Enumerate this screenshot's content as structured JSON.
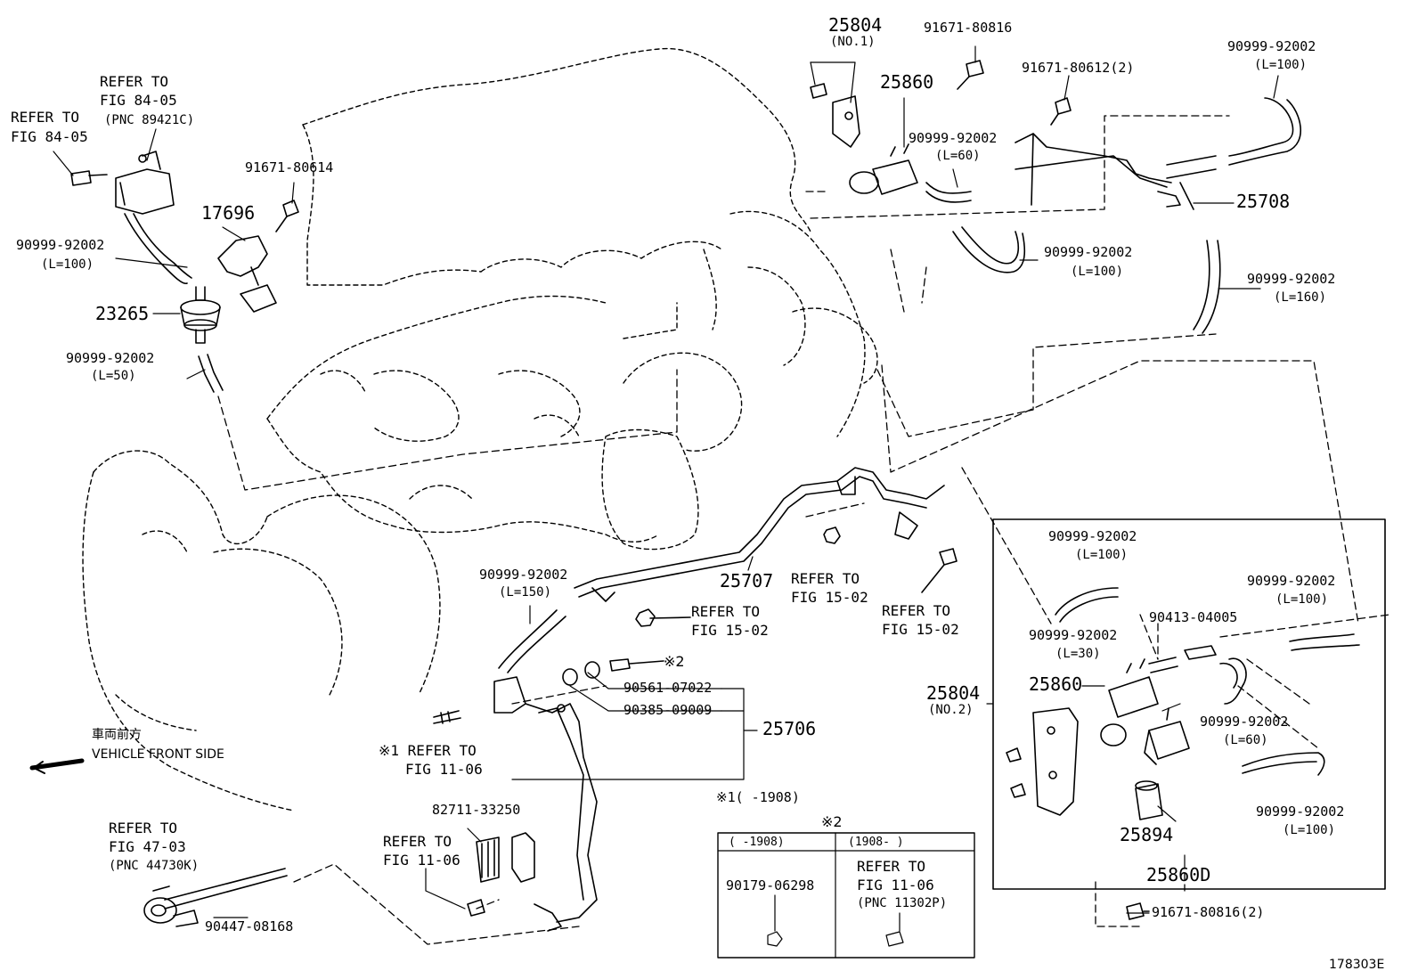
{
  "figure_id": "178303E",
  "direction": {
    "jp": "車両前方",
    "en": "VEHICLE FRONT SIDE"
  },
  "labels": {
    "p25804_top": "25804",
    "p25804_top_sub": "(NO.1)",
    "p91671_80816_top": "91671-80816",
    "p25860_top": "25860",
    "p91671_80612": "91671-80612(2)",
    "hose_tr": "90999-92002",
    "hose_tr_len": "(L=100)",
    "hose_60": "90999-92002",
    "hose_60_len": "(L=60)",
    "p25708": "25708",
    "hose_100b": "90999-92002",
    "hose_100b_len": "(L=100)",
    "hose_160": "90999-92002",
    "hose_160_len": "(L=160)",
    "refer_tl_a1": "REFER TO",
    "refer_tl_a2": "FIG 84-05",
    "refer_tl_a3": "(PNC 89421C)",
    "refer_tl_b1": "REFER TO",
    "refer_tl_b2": "FIG 84-05",
    "p91671_80614": "91671-80614",
    "p17696": "17696",
    "hose_l100_left": "90999-92002",
    "hose_l100_left_len": "(L=100)",
    "p23265": "23265",
    "hose_l50": "90999-92002",
    "hose_l50_len": "(L=50)",
    "p25707": "25707",
    "refer_15_a1": "REFER TO",
    "refer_15_a2": "FIG 15-02",
    "refer_15_b1": "REFER TO",
    "refer_15_b2": "FIG 15-02",
    "refer_15_c1": "REFER TO",
    "refer_15_c2": "FIG 15-02",
    "hose_l150": "90999-92002",
    "hose_l150_len": "(L=150)",
    "mark2": "※2",
    "p90561": "90561-07022",
    "p90385": "90385-09009",
    "p25706": "25706",
    "mark1_refer1": "※1 REFER TO",
    "mark1_refer2": "FIG 11-06",
    "mark1_note": "※1(     -1908)",
    "p82711": "82711-33250",
    "refer_11_1": "REFER TO",
    "refer_11_2": "FIG 11-06",
    "refer_47_1": "REFER TO",
    "refer_47_2": "FIG 47-03",
    "refer_47_3": "(PNC 44730K)",
    "p90447": "90447-08168",
    "box2_mark": "※2",
    "box2_col1": "(     -1908)",
    "box2_col2": "(1908-     )",
    "box2_part": "90179-06298",
    "box2_ref1": "REFER TO",
    "box2_ref2": "FIG 11-06",
    "box2_ref3": "(PNC 11302P)",
    "inset_hose_a": "90999-92002",
    "inset_hose_a_len": "(L=100)",
    "inset_hose_b": "90999-92002",
    "inset_hose_b_len": "(L=100)",
    "inset_p90413": "90413-04005",
    "inset_hose_c": "90999-92002",
    "inset_hose_c_len": "(L=30)",
    "inset_p25804": "25804",
    "inset_p25804_sub": "(NO.2)",
    "inset_p25860": "25860",
    "inset_hose_d": "90999-92002",
    "inset_hose_d_len": "(L=60)",
    "inset_hose_e": "90999-92002",
    "inset_hose_e_len": "(L=100)",
    "inset_p25894": "25894",
    "inset_p25860D": "25860D",
    "inset_p91671": "91671-80816(2)"
  }
}
